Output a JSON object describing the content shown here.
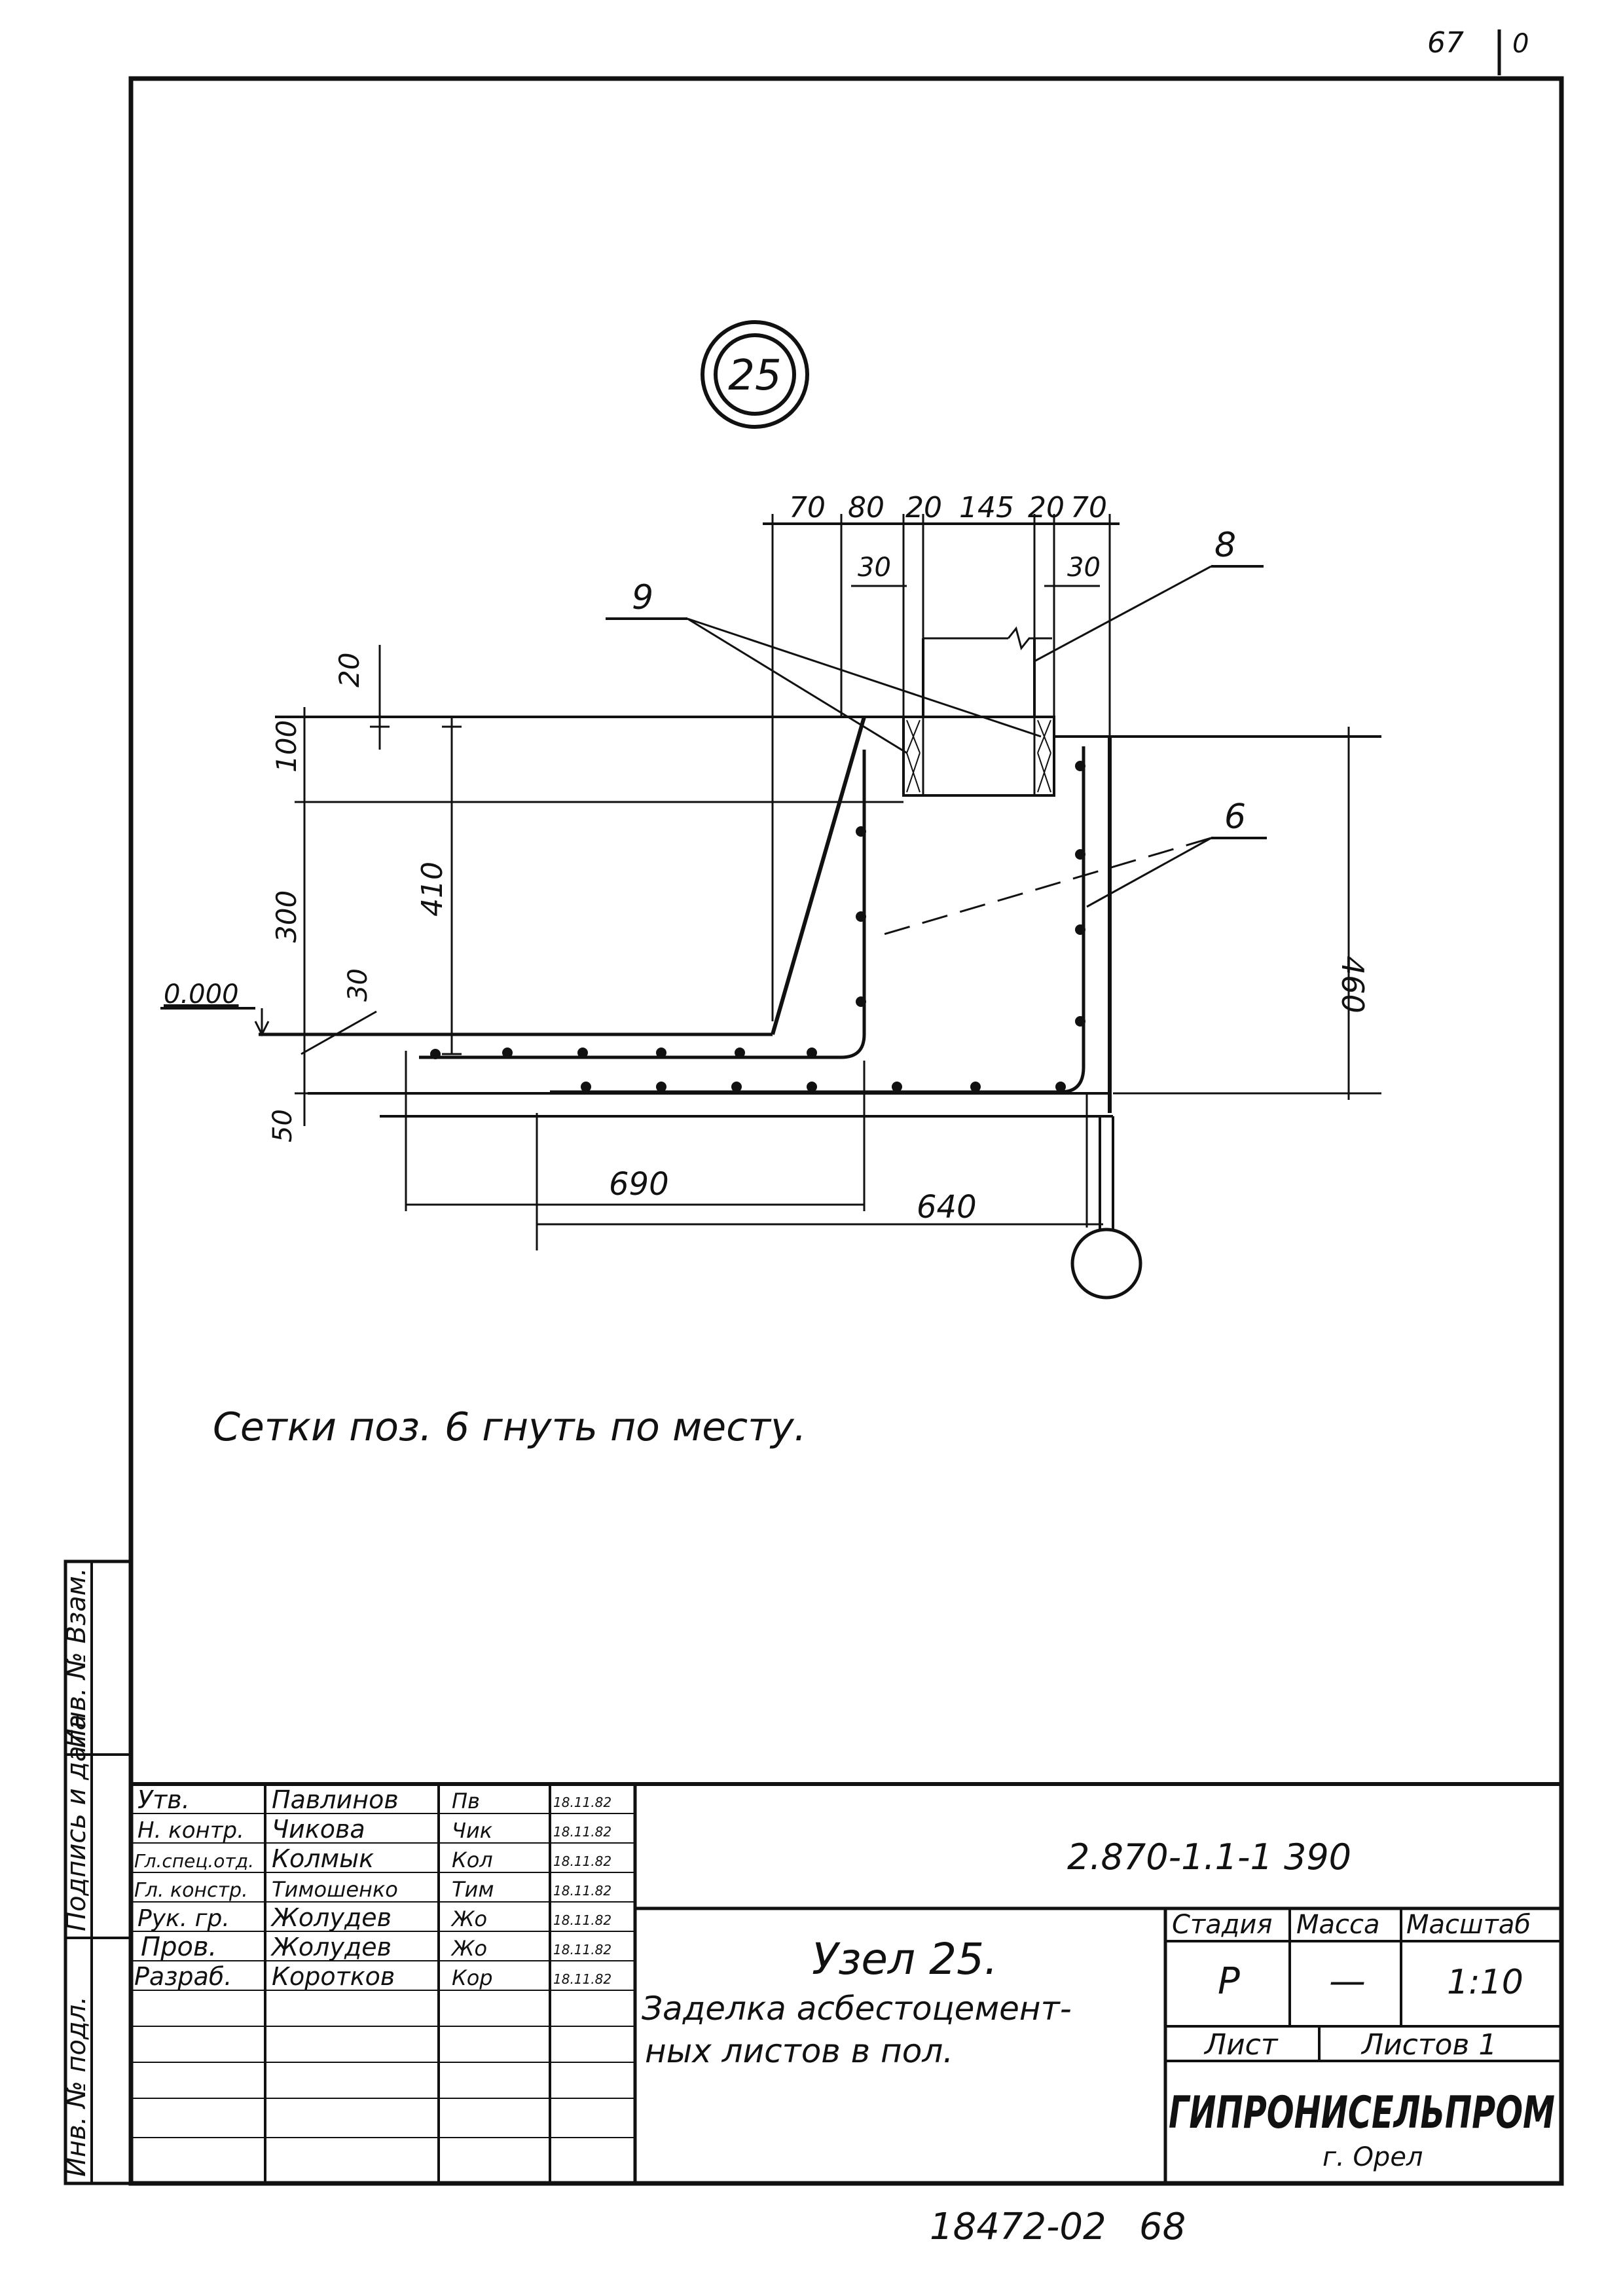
{
  "sheet_corner": {
    "page": "67",
    "suffix": "0"
  },
  "node_number": "25",
  "dimensions": {
    "top": [
      "70",
      "80",
      "20",
      "145",
      "20",
      "70"
    ],
    "top_inner_left": "30",
    "top_inner_right": "30",
    "left_20": "20",
    "left_100": "100",
    "left_300": "300",
    "left_410": "410",
    "left_30": "30",
    "left_50": "50",
    "right_460": "460",
    "bottom_690": "690",
    "bottom_640": "640",
    "level": "0.000"
  },
  "position_labels": {
    "p9": "9",
    "p8": "8",
    "p6": "6"
  },
  "note": "Сетки поз. 6   гнуть  по  месту.",
  "side_stamp": {
    "inv_vzam": "Инв. № Взам.",
    "podpis_data": "Подпись и дата",
    "inv_podl": "Инв. № подл."
  },
  "title_block": {
    "rows": [
      {
        "role": "Утв.",
        "name": "Павлинов",
        "sign": "Пв",
        "date": "18.11.82"
      },
      {
        "role": "Н. контр.",
        "name": "Чикова",
        "sign": "Чик",
        "date": "18.11.82"
      },
      {
        "role": "Гл.спец.отд.",
        "name": "Колмык",
        "sign": "Кол",
        "date": "18.11.82"
      },
      {
        "role": "Гл. констр.",
        "name": "Тимошенко",
        "sign": "Тим",
        "date": "18.11.82"
      },
      {
        "role": "Рук. гр.",
        "name": "Жолудев",
        "sign": "Жо",
        "date": "18.11.82"
      },
      {
        "role": "Пров.",
        "name": "Жолудев",
        "sign": "Жо",
        "date": "18.11.82"
      },
      {
        "role": "Разраб.",
        "name": "Коротков",
        "sign": "Кор",
        "date": "18.11.82"
      }
    ],
    "doc_code": "2.870-1.1-1 390",
    "title_line1": "Узел 25.",
    "title_line2": "Заделка асбестоцемент-",
    "title_line3": "ных листов в пол.",
    "stage_header": "Стадия",
    "mass_header": "Масса",
    "scale_header": "Масштаб",
    "stage": "Р",
    "mass": "—",
    "scale": "1:10",
    "sheet_label": "Лист",
    "sheets_label": "Листов 1",
    "org": "ГИПРОНИСЕЛЬПРОМ",
    "city": "г. Орел"
  },
  "bottom_number": "18472-02",
  "bottom_page": "68"
}
